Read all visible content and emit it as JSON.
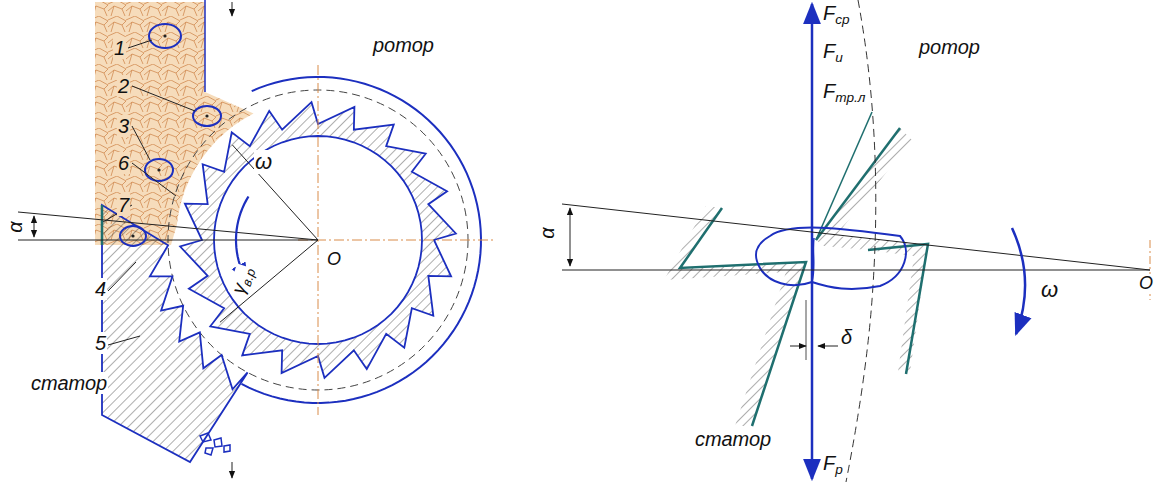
{
  "diagram": {
    "labels": [
      "1",
      "2",
      "3",
      "6",
      "7",
      "α",
      "ω",
      "ротор",
      "О",
      "γв.р",
      "4",
      "5",
      "статор",
      "Fср",
      "Fи",
      "Fтр.л",
      "ротор",
      "α",
      "ω",
      "статор",
      "δ",
      "Fр",
      "О"
    ]
  }
}
